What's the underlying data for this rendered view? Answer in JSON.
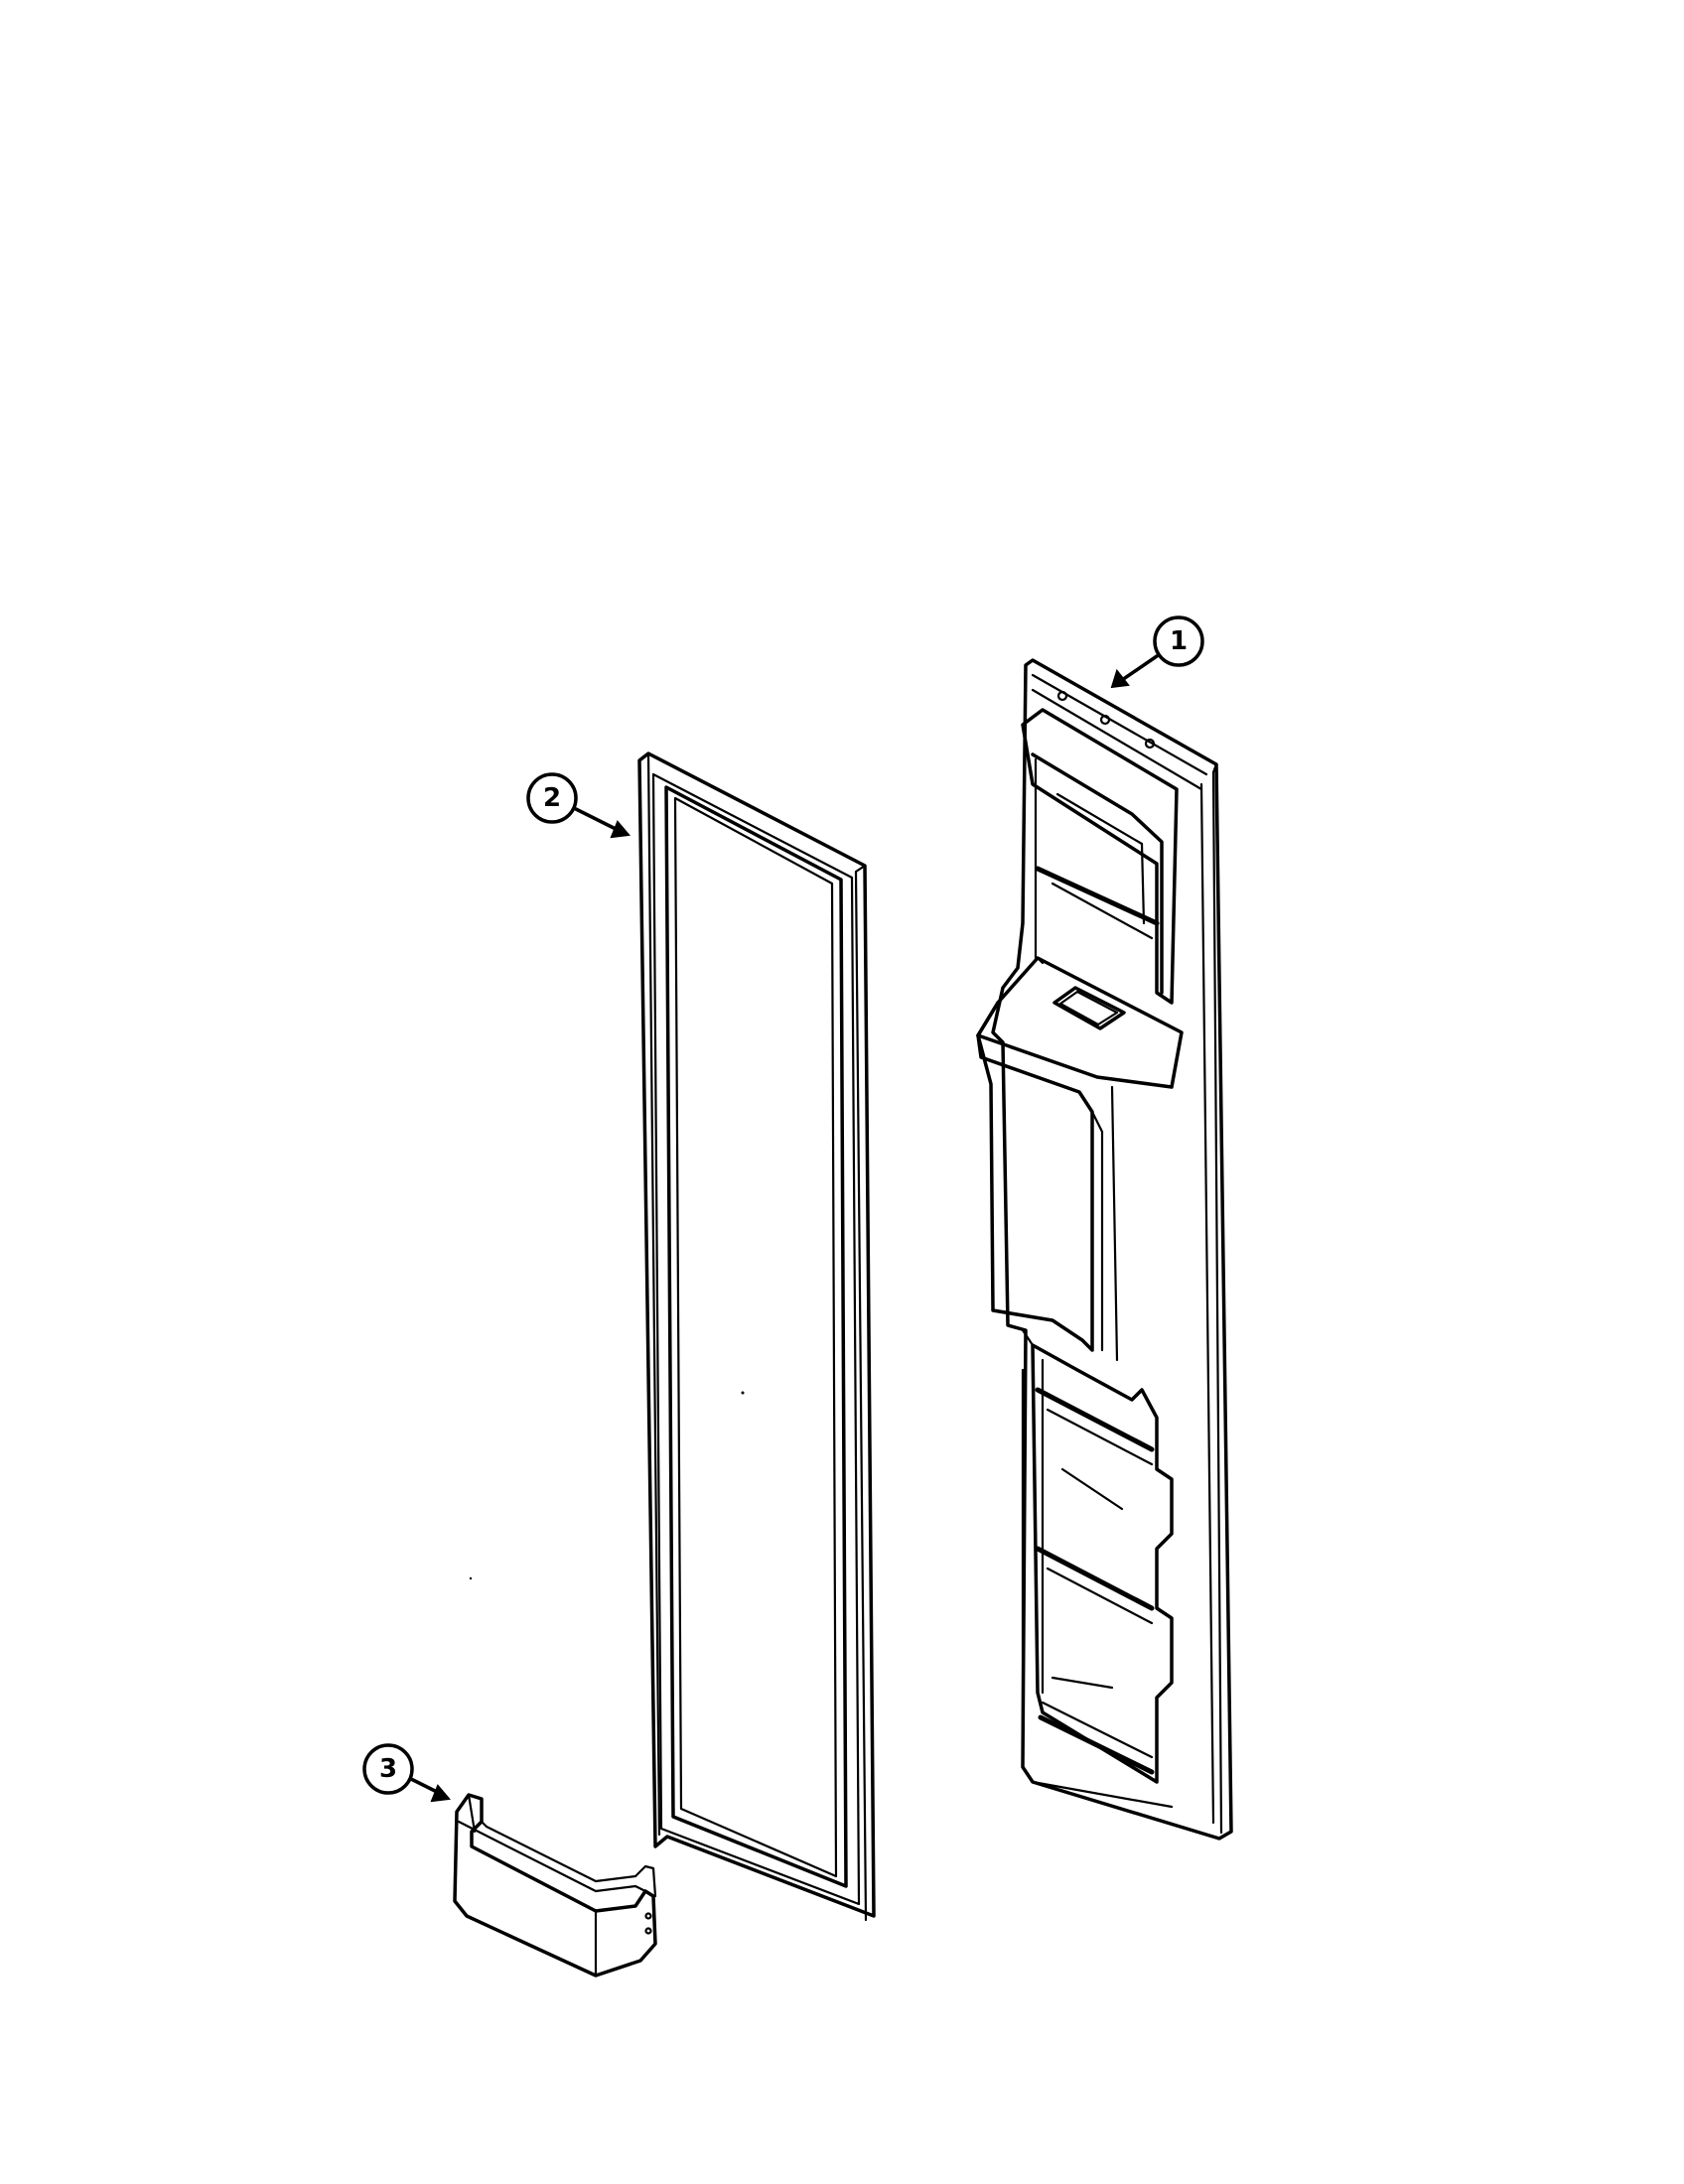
{
  "callouts": [
    {
      "id": "1",
      "label": "1"
    },
    {
      "id": "2",
      "label": "2"
    },
    {
      "id": "3",
      "label": "3"
    }
  ],
  "ink_color": "#000000",
  "background_color": "#ffffff"
}
